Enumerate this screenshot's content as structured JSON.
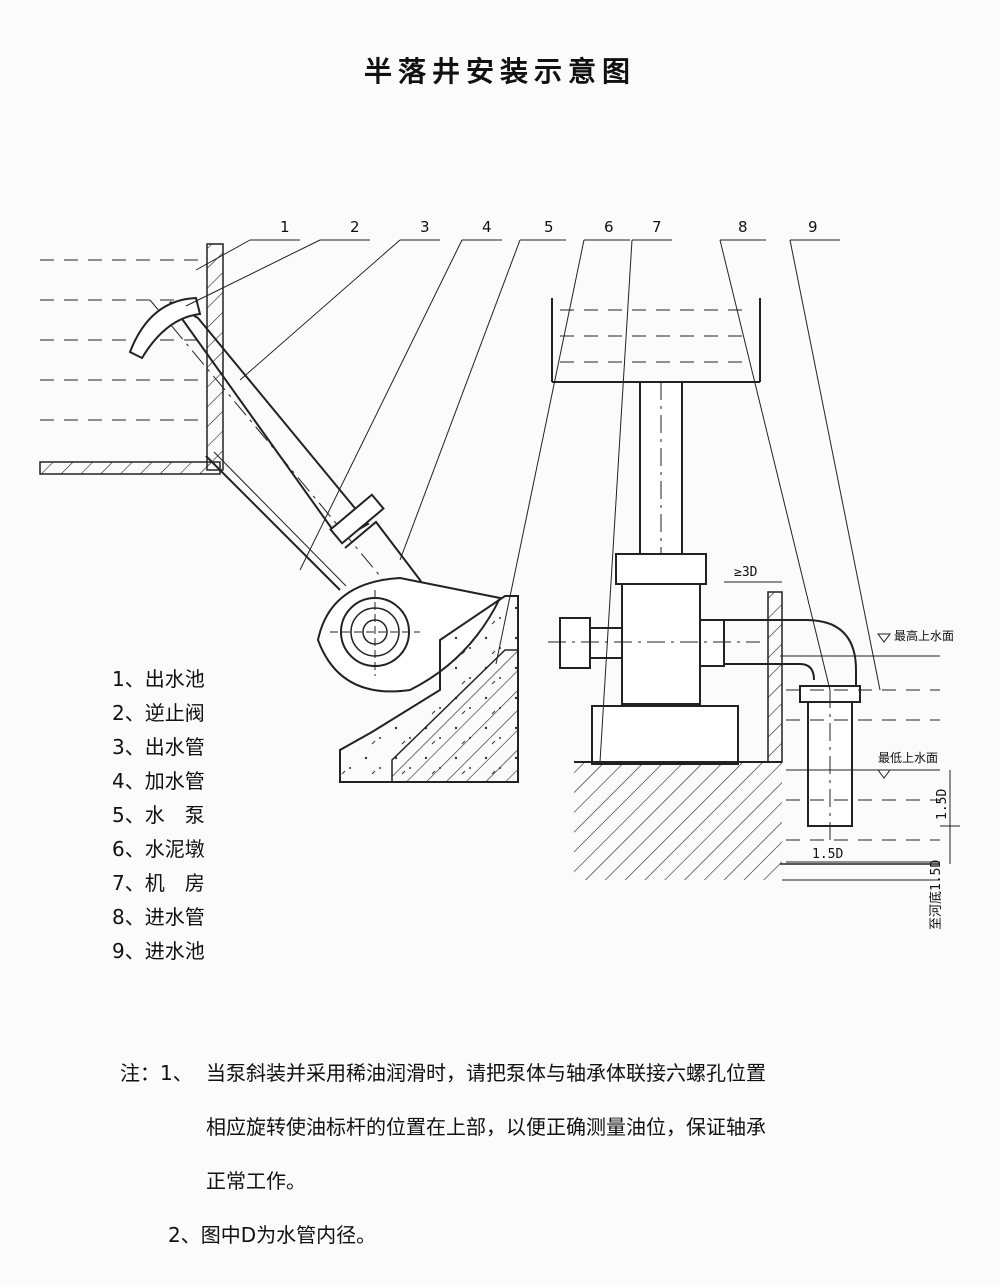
{
  "title": "半落井安装示意图",
  "callouts": [
    "1",
    "2",
    "3",
    "4",
    "5",
    "6",
    "7",
    "8",
    "9"
  ],
  "legend": [
    "1、出水池",
    "2、逆止阀",
    "3、出水管",
    "4、加水管",
    "5、水　泵",
    "6、水泥墩",
    "7、机　房",
    "8、进水管",
    "9、进水池"
  ],
  "annotations": {
    "max_level": "最高上水面",
    "min_level": "最低上水面",
    "dist_3d": "≥3D",
    "dist_15d_h": "1.5D",
    "dist_15d_v": "1.5D",
    "river_bottom": "至河底1.5D"
  },
  "notes": {
    "lead": "注：1、",
    "n1_line1": "当泵斜装并采用稀油润滑时，请把泵体与轴承体联接六螺孔位置",
    "n1_line2": "相应旋转使油标杆的位置在上部，以便正确测量油位，保证轴承",
    "n1_line3": "正常工作。",
    "n2": "2、图中D为水管内径。"
  }
}
